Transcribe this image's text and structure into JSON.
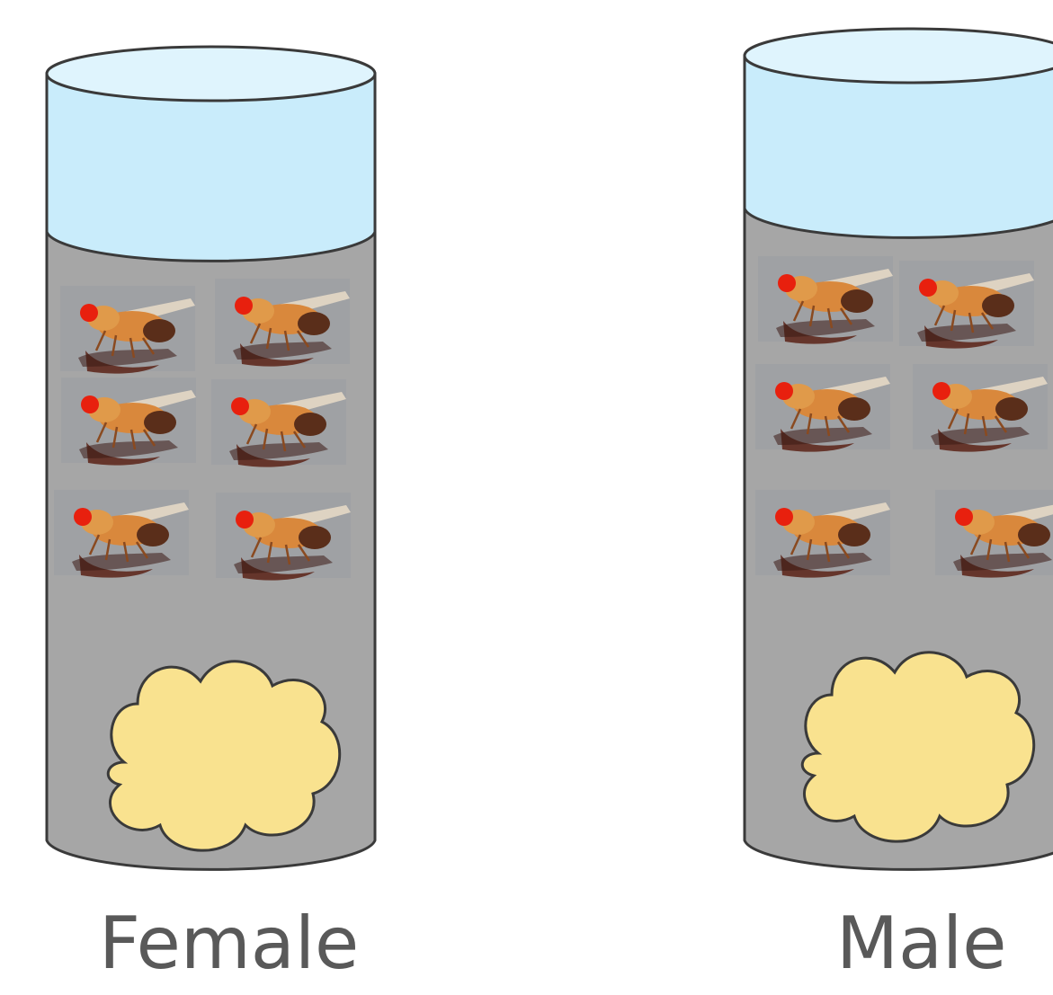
{
  "vials": [
    {
      "label": "Female",
      "fly_count": 6
    },
    {
      "label": "Male",
      "fly_count": 6
    }
  ],
  "colors": {
    "cap_fill": "#c9ecfb",
    "cap_top_fill": "#dff4fd",
    "vial_fill": "#a6a6a6",
    "outline": "#3a3a3a",
    "food_fill": "#f9e28f",
    "fly_bg": "#9fa1a4",
    "fly_body": "#d9883c",
    "fly_eye": "#e8200e",
    "fly_shadow": "#5a2216",
    "label_text": "#595959"
  },
  "icons": [
    "drosophila-fly-icon",
    "fly-food-blob-icon"
  ]
}
